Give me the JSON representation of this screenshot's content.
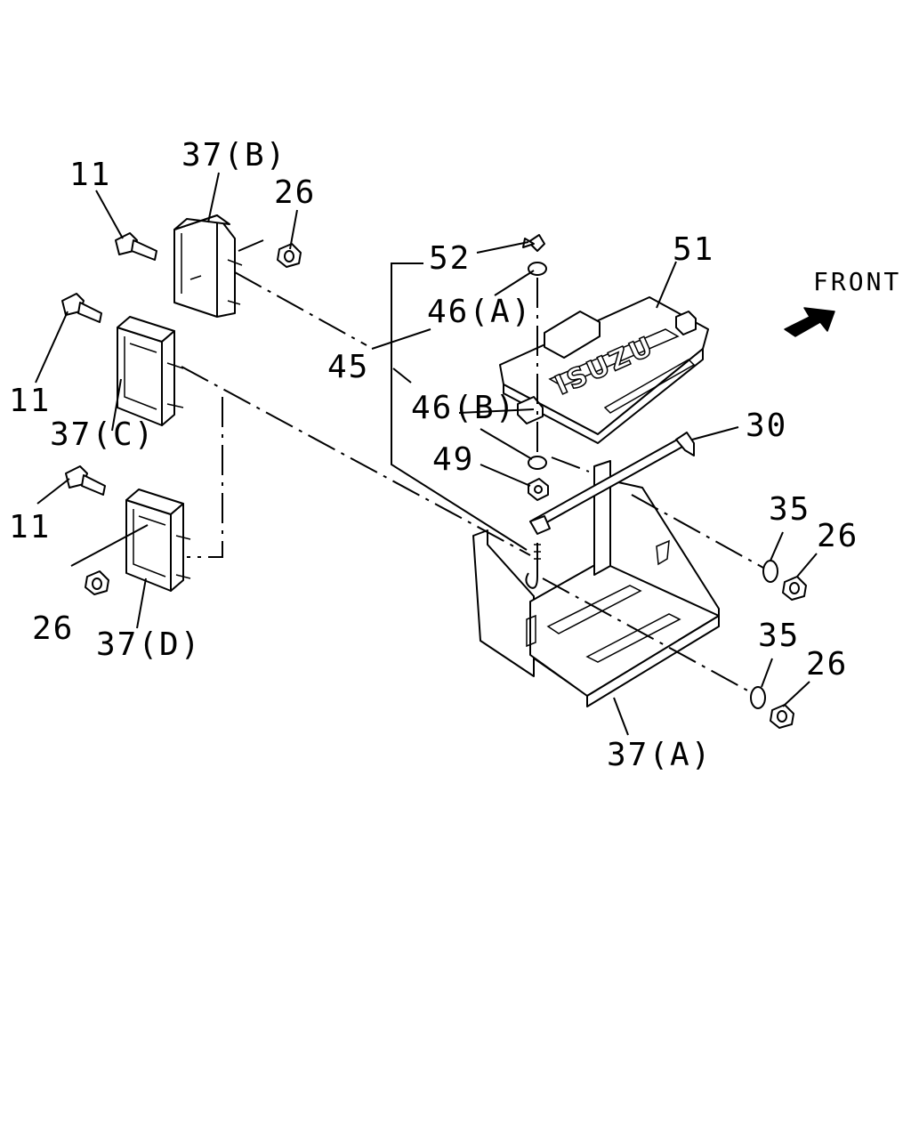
{
  "labels": {
    "p11_top": "11",
    "p37b": "37(B)",
    "p26_top": "26",
    "p11_mid": "11",
    "p37c": "37(C)",
    "p11_low": "11",
    "p26_low": "26",
    "p37d": "37(D)",
    "p45": "45",
    "p52": "52",
    "p46a": "46(A)",
    "p46b": "46(B)",
    "p49": "49",
    "p51": "51",
    "p30": "30",
    "p35_upper": "35",
    "p26_upper": "26",
    "p35_lower": "35",
    "p26_lower": "26",
    "p37a": "37(A)"
  },
  "front": {
    "label": "FRONT",
    "icon": "front-arrow-icon"
  },
  "cover_logo": "ISUZU"
}
